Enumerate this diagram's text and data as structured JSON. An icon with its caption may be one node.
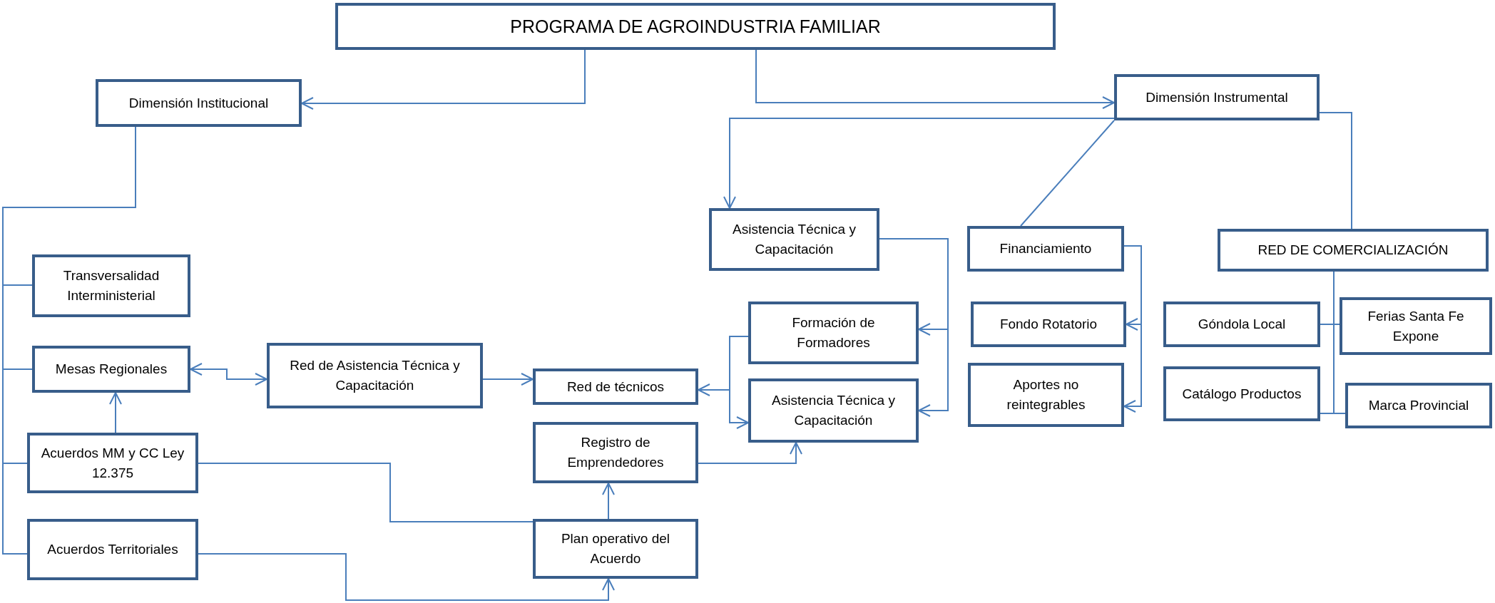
{
  "diagram": {
    "nodes": [
      {
        "text": [
          "PROGRAMA DE AGROINDUSTRIA FAMILIAR"
        ]
      },
      {
        "text": [
          "Dimensión Institucional"
        ]
      },
      {
        "text": [
          "Dimensión Instrumental"
        ]
      },
      {
        "text": [
          "Transversalidad Interministerial"
        ]
      },
      {
        "text": [
          "Mesas Regionales"
        ]
      },
      {
        "text": [
          "Acuerdos MM y CC Ley 12.375"
        ]
      },
      {
        "text": [
          "Acuerdos Territoriales"
        ]
      },
      {
        "text": [
          "Red de Asistencia Técnica y Capacitación"
        ]
      },
      {
        "text": [
          "Red de técnicos"
        ]
      },
      {
        "text": [
          "Registro de Emprendedores"
        ]
      },
      {
        "text": [
          "Plan operativo del Acuerdo"
        ]
      },
      {
        "text": [
          "Asistencia Técnica y Capacitación"
        ]
      },
      {
        "text": [
          "Financiamiento"
        ]
      },
      {
        "text": [
          "RED DE COMERCIALIZACIÓN"
        ]
      },
      {
        "text": [
          "Formación de Formadores"
        ]
      },
      {
        "text": [
          "Asistencia Técnica y Capacitación"
        ]
      },
      {
        "text": [
          "Fondo Rotatorio"
        ]
      },
      {
        "text": [
          "Aportes no reintegrables"
        ]
      },
      {
        "text": [
          "Góndola Local"
        ]
      },
      {
        "text": [
          "Ferias Santa Fe Expone"
        ]
      },
      {
        "text": [
          "Catálogo Productos"
        ]
      },
      {
        "text": [
          "Marca Provincial"
        ]
      }
    ],
    "edges": [
      {
        "from": 0,
        "to": 1,
        "arrow": "to"
      },
      {
        "from": 0,
        "to": 2,
        "arrow": "to"
      },
      {
        "from": 1,
        "to": 3,
        "arrow": "none"
      },
      {
        "from": 1,
        "to": 4,
        "arrow": "none"
      },
      {
        "from": 1,
        "to": 5,
        "arrow": "none"
      },
      {
        "from": 1,
        "to": 6,
        "arrow": "none"
      },
      {
        "from": 5,
        "to": 4,
        "arrow": "to"
      },
      {
        "from": 4,
        "to": 7,
        "arrow": "both"
      },
      {
        "from": 7,
        "to": 8,
        "arrow": "to"
      },
      {
        "from": 2,
        "to": 11,
        "arrow": "to"
      },
      {
        "from": 2,
        "to": 12,
        "arrow": "none"
      },
      {
        "from": 2,
        "to": 13,
        "arrow": "none"
      },
      {
        "from": 11,
        "to": 14,
        "arrow": "to"
      },
      {
        "from": 11,
        "to": 15,
        "arrow": "to"
      },
      {
        "from": 14,
        "to": 8,
        "arrow": "to"
      },
      {
        "from": 14,
        "to": 15,
        "arrow": "to"
      },
      {
        "from": 9,
        "to": 15,
        "arrow": "to"
      },
      {
        "from": 10,
        "to": 9,
        "arrow": "to"
      },
      {
        "from": 5,
        "to": 10,
        "arrow": "none"
      },
      {
        "from": 6,
        "to": 10,
        "arrow": "to"
      },
      {
        "from": 12,
        "to": 16,
        "arrow": "to"
      },
      {
        "from": 12,
        "to": 17,
        "arrow": "to"
      },
      {
        "from": 13,
        "to": 18,
        "arrow": "none"
      },
      {
        "from": 13,
        "to": 19,
        "arrow": "none"
      },
      {
        "from": 13,
        "to": 20,
        "arrow": "none"
      },
      {
        "from": 13,
        "to": 21,
        "arrow": "none"
      }
    ]
  }
}
